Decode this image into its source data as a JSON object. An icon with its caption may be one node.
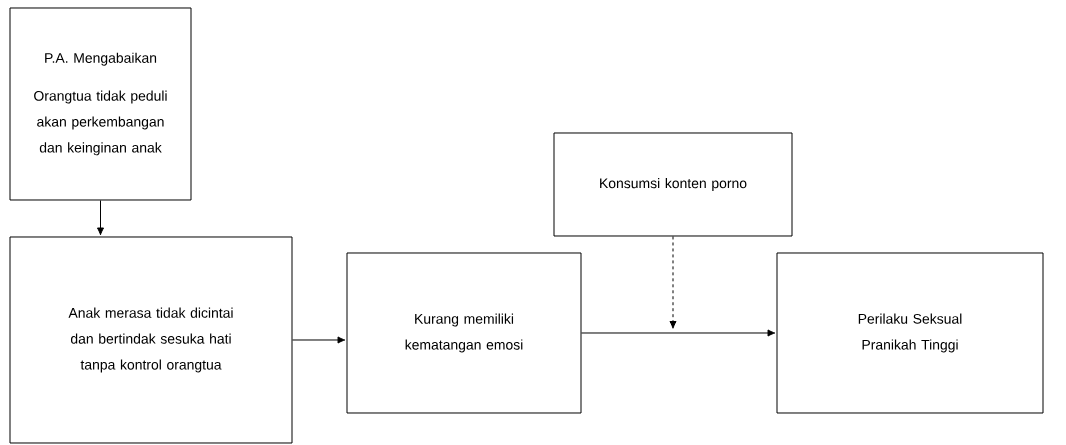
{
  "diagram": {
    "nodes": [
      {
        "text": [
          "P.A. Mengabaikan",
          "Orangtua tidak peduli akan perkembangan dan keinginan anak"
        ]
      },
      {
        "text": [
          "Anak merasa tidak dicintai dan bertindak sesuka hati tanpa kontrol orangtua"
        ]
      },
      {
        "text": [
          "Kurang memiliki kematangan emosi"
        ]
      },
      {
        "text": [
          "Konsumsi konten porno"
        ]
      },
      {
        "text": [
          "Perilaku Seksual Pranikah Tinggi"
        ]
      }
    ],
    "edges": [
      {
        "from": 0,
        "to": 1,
        "arrow": "to"
      },
      {
        "from": 1,
        "to": 2,
        "arrow": "to"
      },
      {
        "from": 2,
        "to": 4,
        "arrow": "to"
      },
      {
        "from": 3,
        "to": null,
        "arrow": "to",
        "style": "dashed"
      }
    ]
  }
}
